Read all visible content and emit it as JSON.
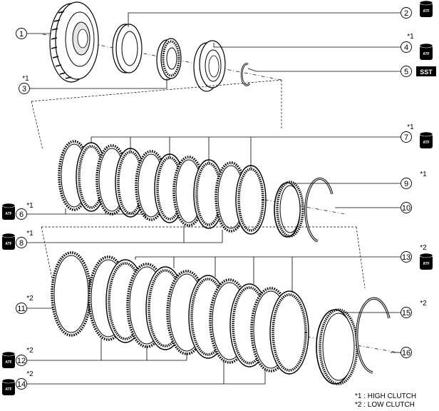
{
  "atf_label": "ATF",
  "sst_label": "SST",
  "callouts": [
    {
      "id": "1",
      "mark": ""
    },
    {
      "id": "2",
      "mark": ""
    },
    {
      "id": "3",
      "mark": "*1"
    },
    {
      "id": "4",
      "mark": "*1"
    },
    {
      "id": "5",
      "mark": ""
    },
    {
      "id": "6",
      "mark": "*1"
    },
    {
      "id": "7",
      "mark": "*1"
    },
    {
      "id": "8",
      "mark": "*1"
    },
    {
      "id": "9",
      "mark": "*1"
    },
    {
      "id": "10",
      "mark": ""
    },
    {
      "id": "11",
      "mark": "*2"
    },
    {
      "id": "12",
      "mark": "*2"
    },
    {
      "id": "13",
      "mark": "*2"
    },
    {
      "id": "14",
      "mark": "*2"
    },
    {
      "id": "15",
      "mark": "*2"
    },
    {
      "id": "16",
      "mark": ""
    }
  ],
  "legend": [
    "*1 : HIGH CLUTCH",
    "*2 : LOW CLUTCH"
  ]
}
